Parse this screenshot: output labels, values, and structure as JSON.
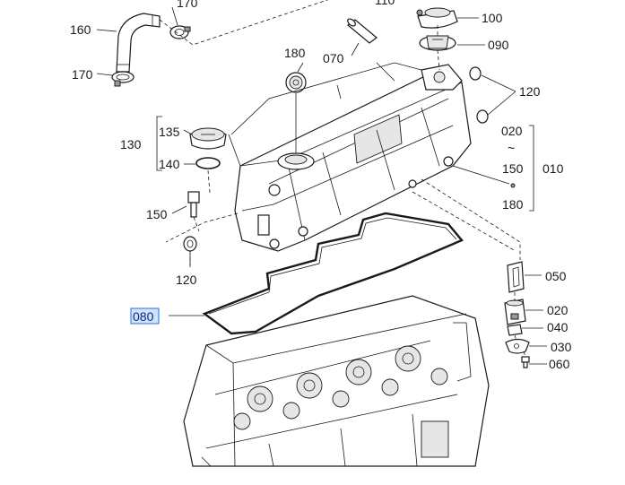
{
  "labels": {
    "l160": "160",
    "l170a": "170",
    "l170b": "170",
    "l110": "110",
    "l100": "100",
    "l090": "090",
    "l180a": "180",
    "l070": "070",
    "l120a": "120",
    "l135": "135",
    "l130": "130",
    "l140": "140",
    "l020a": "020",
    "l150a": "150",
    "l010": "010",
    "l180b": "180",
    "l150b": "150",
    "l120b": "120",
    "l050": "050",
    "l080": "080",
    "l020b": "020",
    "l040": "040",
    "l030": "030",
    "l060": "060",
    "tilde": "~"
  },
  "highlight": {
    "part_label": "080",
    "color": "#cfe3ff"
  }
}
